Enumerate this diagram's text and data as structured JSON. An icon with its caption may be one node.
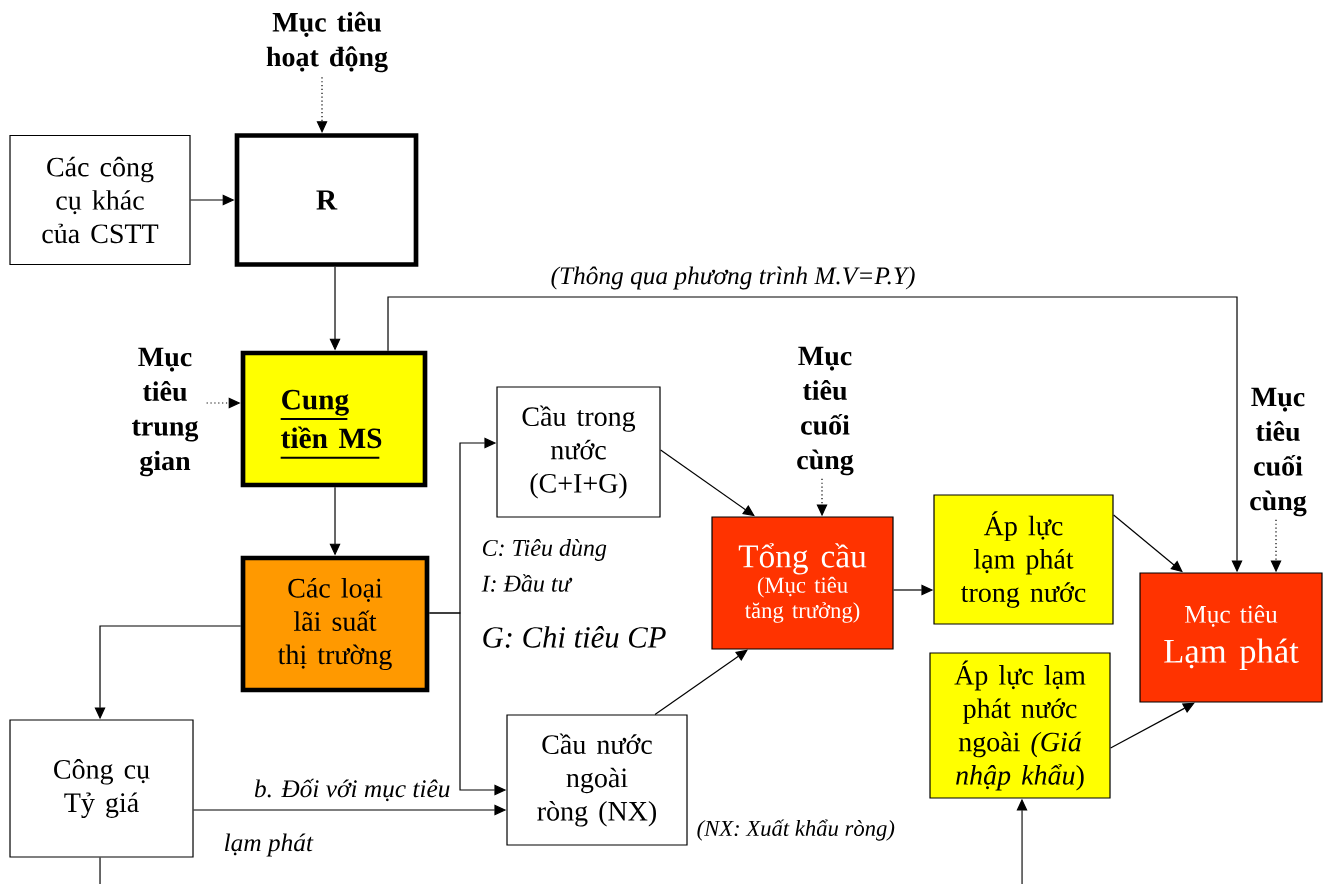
{
  "diagram": {
    "nodes": [
      {
        "text": [
          "Mục tiêu hoạt động"
        ]
      },
      {
        "text": [
          "Các công cụ khác của CSTT"
        ]
      },
      {
        "text": [
          "R"
        ]
      },
      {
        "text": [
          "Mục tiêu trung gian"
        ]
      },
      {
        "text": [
          "Cung tiền MS"
        ]
      },
      {
        "text": [
          "Mục tiêu cuối cùng"
        ]
      },
      {
        "text": [
          "Mục tiêu cuối cùng"
        ]
      },
      {
        "text": [
          "Cầu trong nước (C+I+G)"
        ]
      },
      {
        "text": [
          "Áp lực lạm phát trong nước"
        ]
      },
      {
        "text": [
          "Tổng cầu",
          "(Mục tiêu tăng trưởng)"
        ]
      },
      {
        "text": [
          "Mục tiêu",
          "Lạm phát"
        ]
      },
      {
        "text": [
          "Các loại lãi suất thị trường"
        ]
      },
      {
        "text": [
          "Áp lực lạm phát nước ngoài *(Giá nhập khẩu*)"
        ]
      },
      {
        "text": [
          "Công cụ Tỷ giá"
        ]
      },
      {
        "text": [
          "Cầu nước ngoài ròng (NX)"
        ]
      }
    ],
    "edges": [
      {
        "from": 0,
        "to": 2,
        "arrow": "to",
        "style": "dashed"
      },
      {
        "from": 1,
        "to": 2,
        "arrow": "to"
      },
      {
        "from": 2,
        "to": 4,
        "arrow": "to"
      },
      {
        "from": 3,
        "to": 4,
        "arrow": "to",
        "style": "dashed"
      },
      {
        "from": 4,
        "to": 10,
        "arrow": "to",
        "label": "(Thông qua phương trình M.V=P.Y)"
      },
      {
        "from": 4,
        "to": 11,
        "arrow": "to"
      },
      {
        "from": 11,
        "to": 7,
        "arrow": "to"
      },
      {
        "from": 11,
        "to": 14,
        "arrow": "to"
      },
      {
        "from": 11,
        "to": 13,
        "arrow": "to"
      },
      {
        "from": 13,
        "to": 14,
        "arrow": "to"
      },
      {
        "from": 13,
        "to": null,
        "arrow": "none"
      },
      {
        "from": 7,
        "to": 9,
        "arrow": "to"
      },
      {
        "from": 14,
        "to": 9,
        "arrow": "to"
      },
      {
        "from": 5,
        "to": 9,
        "arrow": "to",
        "style": "dashed"
      },
      {
        "from": 9,
        "to": 8,
        "arrow": "to"
      },
      {
        "from": 8,
        "to": 10,
        "arrow": "to"
      },
      {
        "from": 6,
        "to": 10,
        "arrow": "to",
        "style": "dashed"
      },
      {
        "from": 12,
        "to": 10,
        "arrow": "to"
      },
      {
        "from": null,
        "to": 12,
        "arrow": "to"
      }
    ],
    "labels": [
      "C: Tiêu dùng",
      "I: Đầu tư",
      "G: Chi tiêu CP",
      "b. Đối với mục tiêu",
      "lạm phát",
      "(NX: Xuất khẩu ròng)"
    ]
  }
}
